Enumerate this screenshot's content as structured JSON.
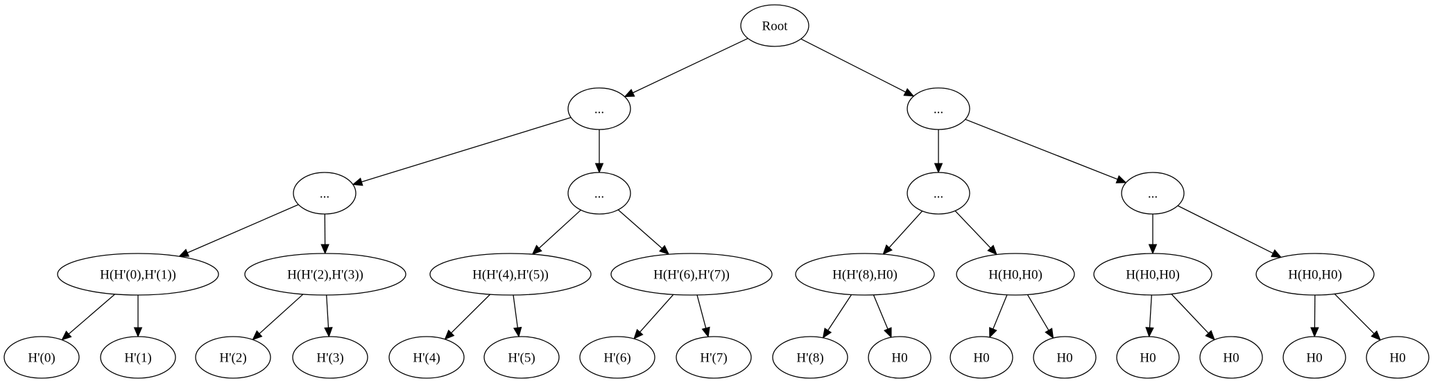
{
  "diagram": {
    "colors": {
      "stroke": "#000000",
      "fill": "#ffffff",
      "text": "#000000"
    },
    "nodes": [
      {
        "id": "root",
        "label": "Root"
      },
      {
        "id": "n1",
        "label": "..."
      },
      {
        "id": "n2",
        "label": "..."
      },
      {
        "id": "n3",
        "label": "..."
      },
      {
        "id": "n4",
        "label": "..."
      },
      {
        "id": "n5",
        "label": "..."
      },
      {
        "id": "n6",
        "label": "..."
      },
      {
        "id": "h01",
        "label": "H(H'(0),H'(1))"
      },
      {
        "id": "h23",
        "label": "H(H'(2),H'(3))"
      },
      {
        "id": "h45",
        "label": "H(H'(4),H'(5))"
      },
      {
        "id": "h67",
        "label": "H(H'(6),H'(7))"
      },
      {
        "id": "h8h0",
        "label": "H(H'(8),H0)"
      },
      {
        "id": "hh0a",
        "label": "H(H0,H0)"
      },
      {
        "id": "hh0b",
        "label": "H(H0,H0)"
      },
      {
        "id": "hh0c",
        "label": "H(H0,H0)"
      },
      {
        "id": "l0",
        "label": "H'(0)"
      },
      {
        "id": "l1",
        "label": "H'(1)"
      },
      {
        "id": "l2",
        "label": "H'(2)"
      },
      {
        "id": "l3",
        "label": "H'(3)"
      },
      {
        "id": "l4",
        "label": "H'(4)"
      },
      {
        "id": "l5",
        "label": "H'(5)"
      },
      {
        "id": "l6",
        "label": "H'(6)"
      },
      {
        "id": "l7",
        "label": "H'(7)"
      },
      {
        "id": "l8",
        "label": "H'(8)"
      },
      {
        "id": "l9",
        "label": "H0"
      },
      {
        "id": "l10",
        "label": "H0"
      },
      {
        "id": "l11",
        "label": "H0"
      },
      {
        "id": "l12",
        "label": "H0"
      },
      {
        "id": "l13",
        "label": "H0"
      },
      {
        "id": "l14",
        "label": "H0"
      },
      {
        "id": "l15",
        "label": "H0"
      }
    ],
    "edges": [
      {
        "from": "root",
        "to": "n1"
      },
      {
        "from": "root",
        "to": "n2"
      },
      {
        "from": "n1",
        "to": "n3"
      },
      {
        "from": "n1",
        "to": "n4"
      },
      {
        "from": "n2",
        "to": "n5"
      },
      {
        "from": "n2",
        "to": "n6"
      },
      {
        "from": "n3",
        "to": "h01"
      },
      {
        "from": "n3",
        "to": "h23"
      },
      {
        "from": "n4",
        "to": "h45"
      },
      {
        "from": "n4",
        "to": "h67"
      },
      {
        "from": "n5",
        "to": "h8h0"
      },
      {
        "from": "n5",
        "to": "hh0a"
      },
      {
        "from": "n6",
        "to": "hh0b"
      },
      {
        "from": "n6",
        "to": "hh0c"
      },
      {
        "from": "h01",
        "to": "l0"
      },
      {
        "from": "h01",
        "to": "l1"
      },
      {
        "from": "h23",
        "to": "l2"
      },
      {
        "from": "h23",
        "to": "l3"
      },
      {
        "from": "h45",
        "to": "l4"
      },
      {
        "from": "h45",
        "to": "l5"
      },
      {
        "from": "h67",
        "to": "l6"
      },
      {
        "from": "h67",
        "to": "l7"
      },
      {
        "from": "h8h0",
        "to": "l8"
      },
      {
        "from": "h8h0",
        "to": "l9"
      },
      {
        "from": "hh0a",
        "to": "l10"
      },
      {
        "from": "hh0a",
        "to": "l11"
      },
      {
        "from": "hh0b",
        "to": "l12"
      },
      {
        "from": "hh0b",
        "to": "l13"
      },
      {
        "from": "hh0c",
        "to": "l14"
      },
      {
        "from": "hh0c",
        "to": "l15"
      }
    ]
  }
}
